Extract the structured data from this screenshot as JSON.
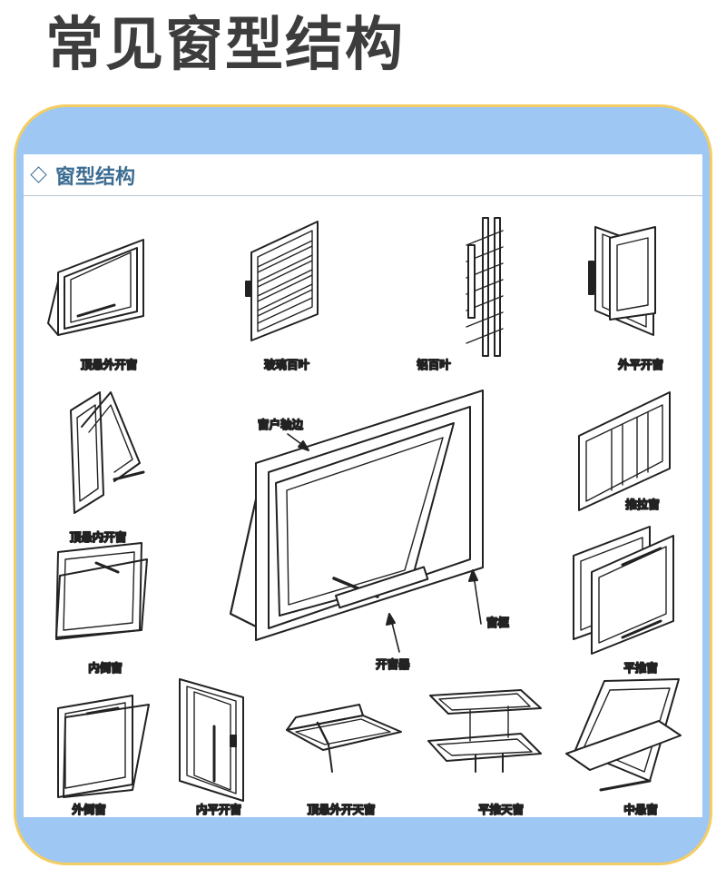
{
  "title": "常见窗型结构",
  "section_title": "窗型结构",
  "colors": {
    "card_border": "#f4cd62",
    "card_band": "#9fc7f4",
    "heading": "#3d6d92",
    "title": "#3d3d3d"
  },
  "labels": {
    "top_hung_out": "顶悬外开窗",
    "glass_louver": "玻璃百叶",
    "aluminum_louver": "铝百叶",
    "casement_out": "外平开窗",
    "top_hung_in": "顶悬内开窗",
    "sliding": "推拉窗",
    "tilt_in": "内倒窗",
    "parallel_push": "平推窗",
    "tilt_out": "外倒窗",
    "casement_in": "内平开窗",
    "top_hung_skylight": "顶悬外开天窗",
    "parallel_skylight": "平推天窗",
    "center_pivot": "中悬窗"
  },
  "annotations": {
    "sash_pivot_edge": "窗户轴边",
    "window_frame": "窗框",
    "window_opener": "开窗器"
  }
}
